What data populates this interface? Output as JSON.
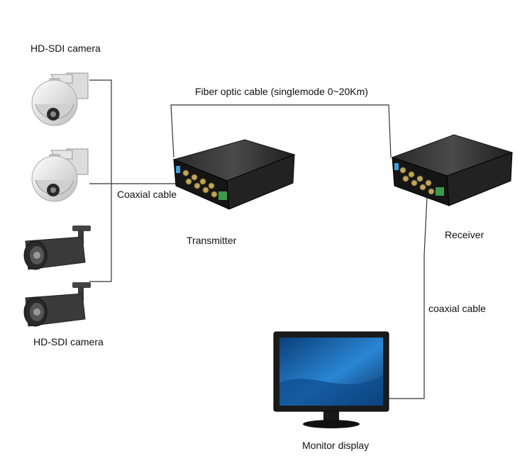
{
  "labels": {
    "camera_top": "HD-SDI camera",
    "camera_bottom": "HD-SDI camera",
    "fiber_cable": "Fiber optic cable (singlemode 0~20Km)",
    "coaxial_left": "Coaxial cable",
    "transmitter": "Transmitter",
    "receiver": "Receiver",
    "coaxial_right": "coaxial cable",
    "monitor": "Monitor display"
  },
  "colors": {
    "cable": "#333333",
    "device_body": "#1a1a1a",
    "camera_white": "#e8e8e8",
    "camera_dark": "#3a3a3a",
    "screen_blue": "#1e6fb8"
  },
  "icons": [
    "dome-camera-icon",
    "bullet-camera-icon",
    "fiber-transmitter-icon",
    "fiber-receiver-icon",
    "monitor-icon"
  ]
}
